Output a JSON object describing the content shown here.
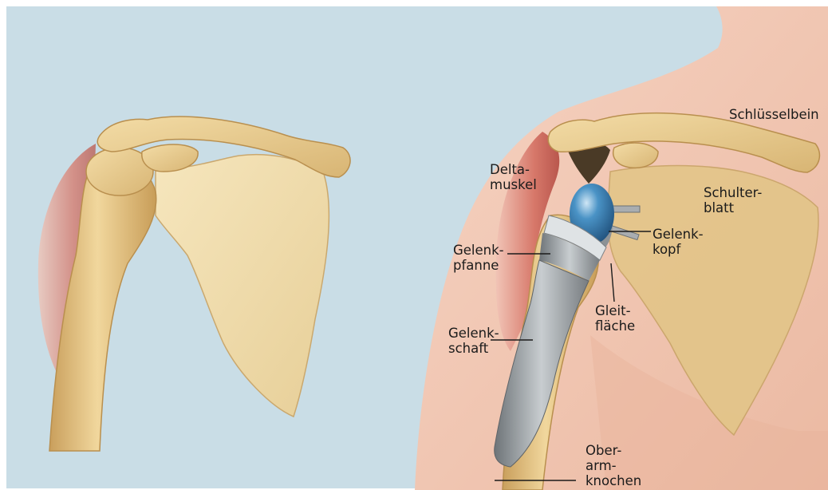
{
  "labels": {
    "schluesselbein": "Schlüsselbein",
    "deltamuskel": [
      "Delta-",
      "muskel"
    ],
    "schulterblatt": [
      "Schulter-",
      "blatt"
    ],
    "gelenkkopf": [
      "Gelenk-",
      "kopf"
    ],
    "gelenkpfanne": [
      "Gelenk-",
      "pfanne"
    ],
    "gleitflaeche": [
      "Gleit-",
      "fläche"
    ],
    "gelenkschaft": [
      "Gelenk-",
      "schaft"
    ],
    "oberarmknochen": [
      "Ober-",
      "arm-",
      "knochen"
    ]
  },
  "colors": {
    "background": "#c9dde6",
    "skin": "#f2c7b2",
    "bone": "#e6c98a",
    "muscle": "#d9766a",
    "implant_metal": "#9a9fa3",
    "implant_head": "#3f86b8"
  }
}
